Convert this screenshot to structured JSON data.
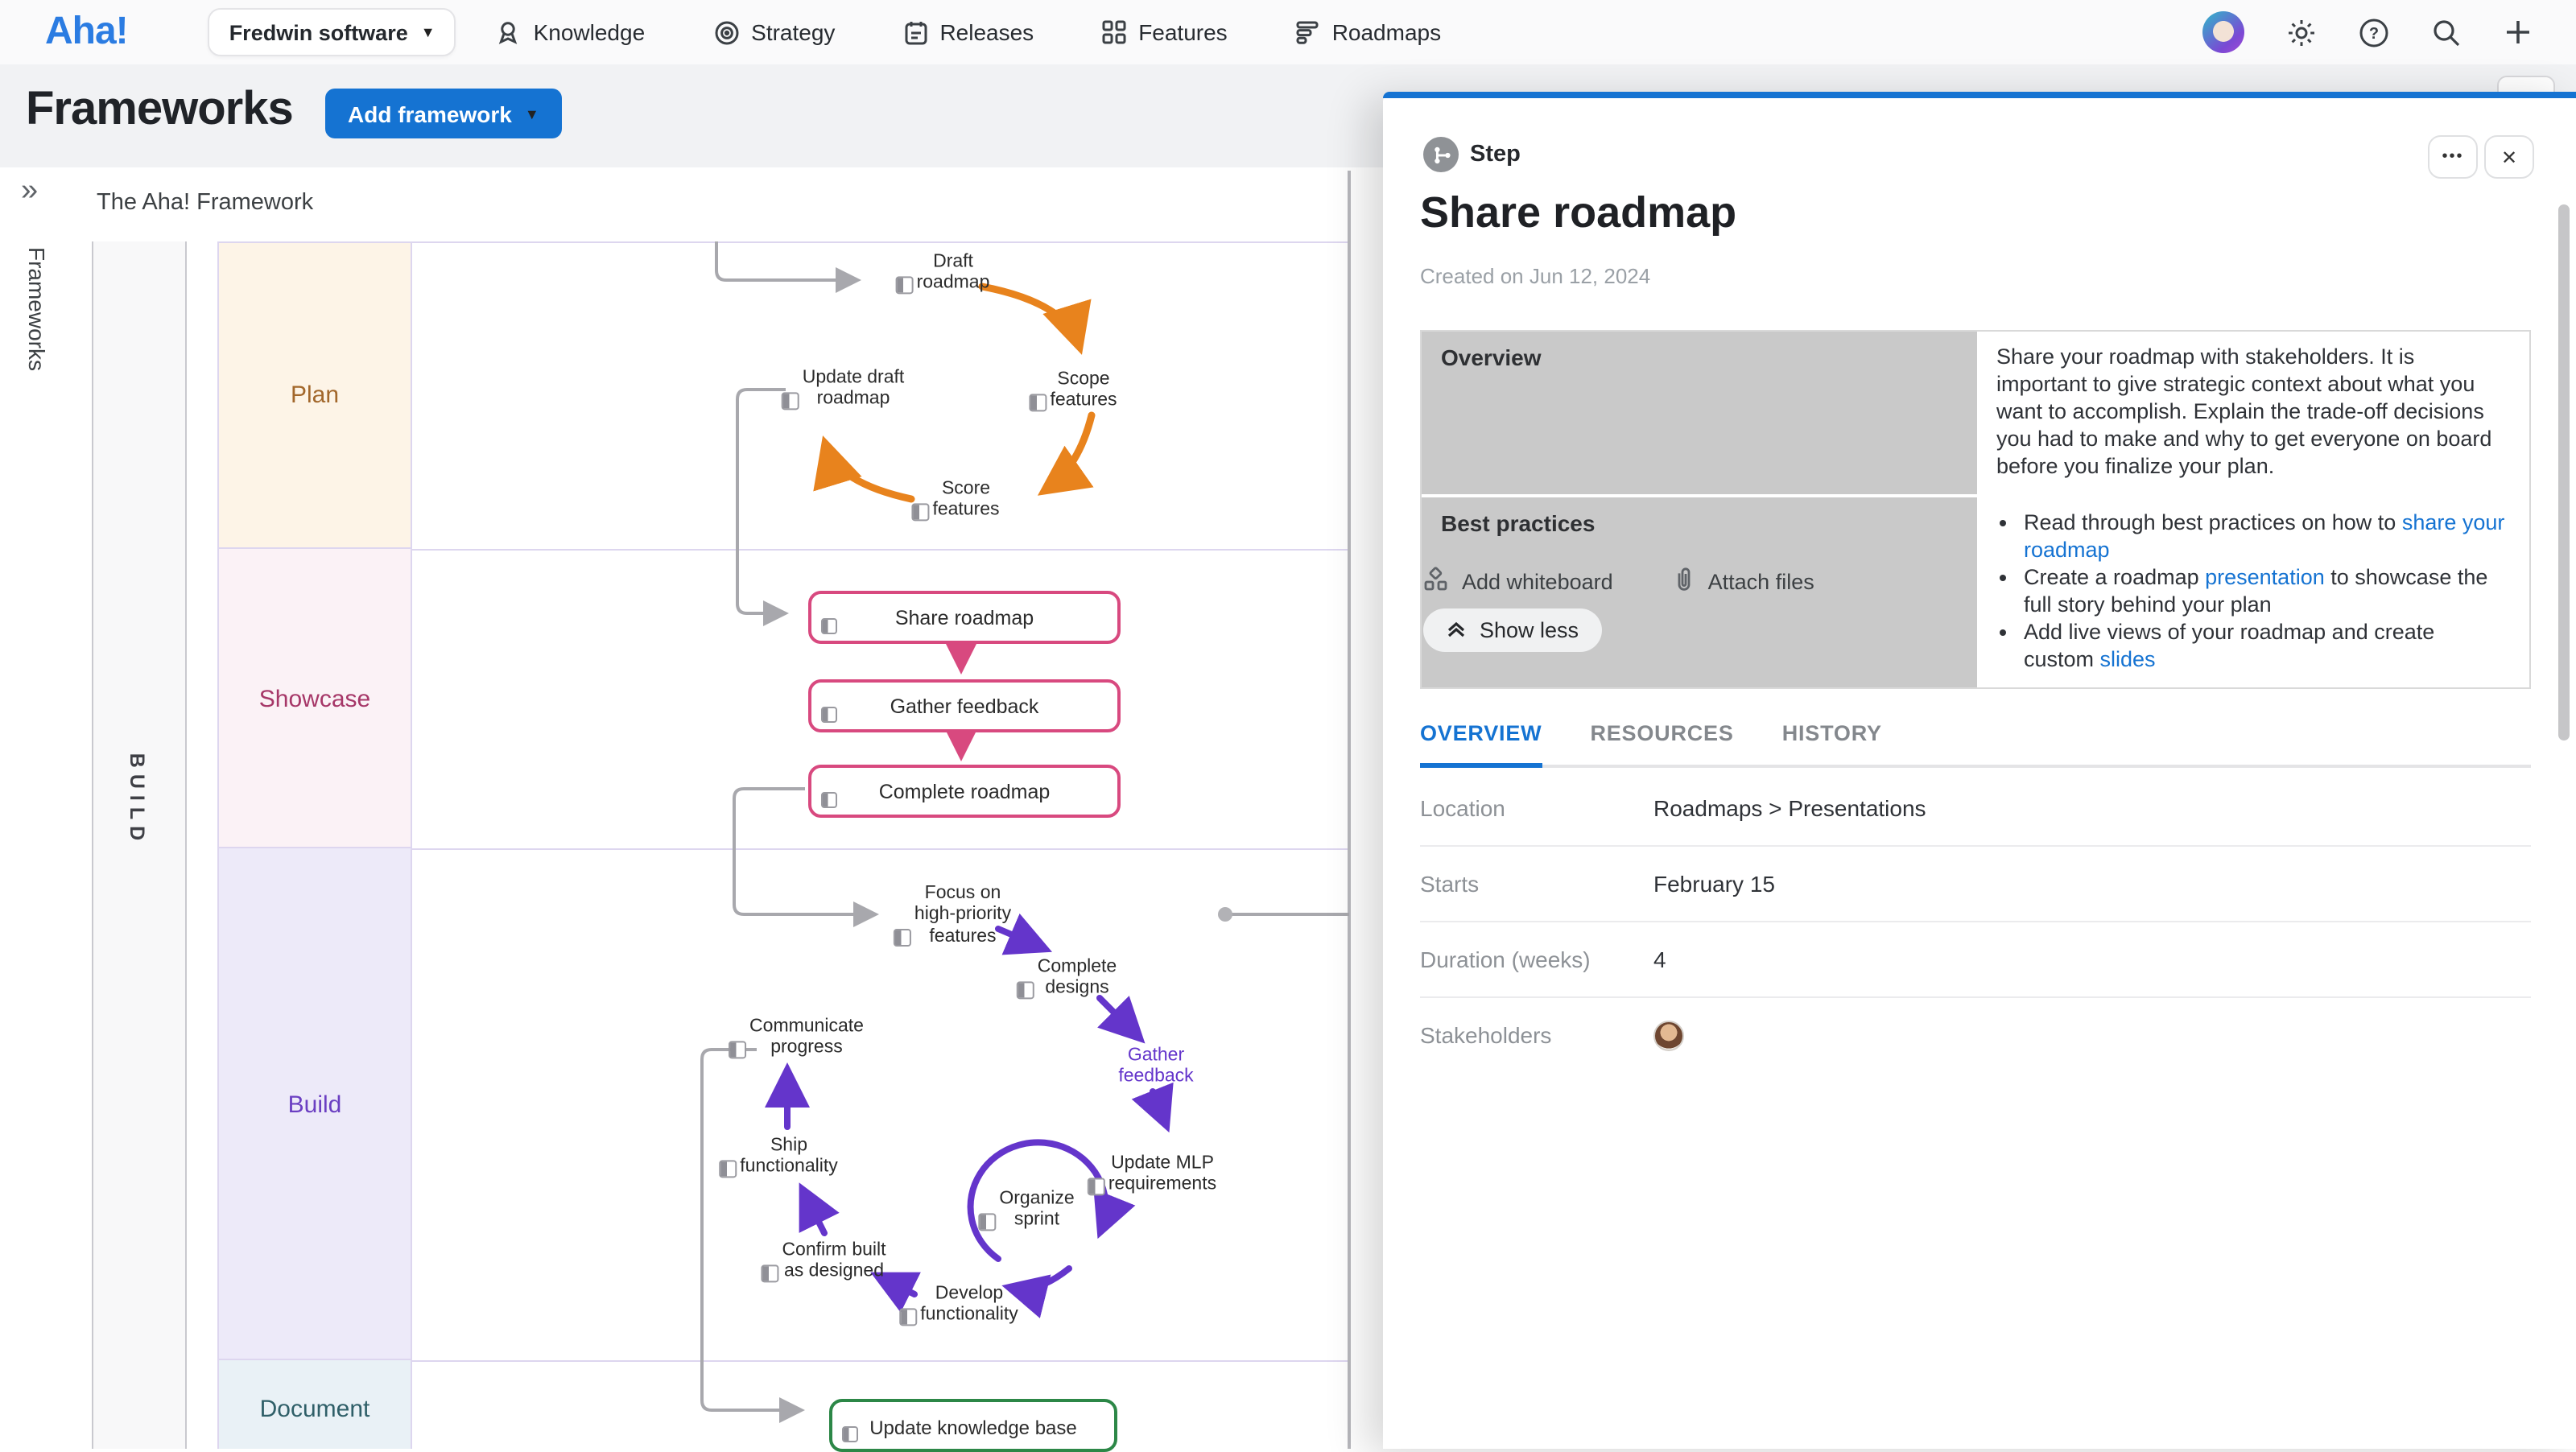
{
  "nav": {
    "brand": "Aha!",
    "workspace": "Fredwin software",
    "items": [
      {
        "label": "Knowledge"
      },
      {
        "label": "Strategy"
      },
      {
        "label": "Releases"
      },
      {
        "label": "Features"
      },
      {
        "label": "Roadmaps"
      }
    ]
  },
  "hero": {
    "title": "Frameworks",
    "add_button": "Add framework"
  },
  "sidebar": {
    "vertical_label": "Frameworks",
    "expand_icon": "»"
  },
  "board": {
    "title": "The Aha! Framework",
    "phase_vertical_label": "BUILD",
    "rows": [
      {
        "label": "Plan",
        "color": "#a2672b"
      },
      {
        "label": "Showcase",
        "color": "#a63768"
      },
      {
        "label": "Build",
        "color": "#6b3fc2"
      },
      {
        "label": "Document",
        "color": "#2f5f68"
      }
    ],
    "plan_nodes": {
      "draft": "Draft\nroadmap",
      "scope": "Scope\nfeatures",
      "score": "Score\nfeatures",
      "update": "Update draft\nroadmap"
    },
    "showcase_boxes": [
      {
        "label": "Share roadmap"
      },
      {
        "label": "Gather feedback"
      },
      {
        "label": "Complete roadmap"
      }
    ],
    "build_nodes": {
      "focus": "Focus on\nhigh-priority\nfeatures",
      "complete_designs": "Complete\ndesigns",
      "gather_feedback": "Gather\nfeedback",
      "update_mlp": "Update MLP\nrequirements",
      "organize_sprint": "Organize\nsprint",
      "develop": "Develop\nfunctionality",
      "confirm": "Confirm built\nas designed",
      "ship": "Ship\nfunctionality",
      "communicate": "Communicate\nprogress"
    },
    "document_box": "Update knowledge base"
  },
  "panel": {
    "type_label": "Step",
    "title": "Share roadmap",
    "created": "Created on Jun 12, 2024",
    "more_button": "•••",
    "close_button": "✕",
    "table": {
      "rows": [
        {
          "label": "Overview",
          "text": "Share your roadmap with stakeholders. It is important to give strategic context about what you want to accomplish. Explain the trade-off decisions you had to make and why to get everyone on board before you finalize your plan."
        },
        {
          "label": "Best practices"
        }
      ],
      "bullets": [
        {
          "pre": "Read through best practices on how to ",
          "link": "share your roadmap",
          "post": ""
        },
        {
          "pre": "Create a roadmap ",
          "link": "presentation",
          "post": " to showcase the full story behind your plan"
        },
        {
          "pre": "Add live views of your roadmap and create custom ",
          "link": "slides",
          "post": ""
        }
      ]
    },
    "actions": {
      "add_whiteboard": "Add whiteboard",
      "attach_files": "Attach files",
      "show_less": "Show less"
    },
    "tabs": [
      {
        "label": "OVERVIEW"
      },
      {
        "label": "RESOURCES"
      },
      {
        "label": "HISTORY"
      }
    ],
    "fields": [
      {
        "label": "Location",
        "value": "Roadmaps > Presentations"
      },
      {
        "label": "Starts",
        "value": "February 15"
      },
      {
        "label": "Duration (weeks)",
        "value": "4"
      },
      {
        "label": "Stakeholders",
        "value": ""
      }
    ]
  },
  "colors": {
    "accent": "#1573d2",
    "orange_arrow": "#e8831d",
    "pink": "#d8497f",
    "purple": "#6435cb",
    "green": "#2c8747",
    "gray_connector": "#a8a8ad"
  }
}
